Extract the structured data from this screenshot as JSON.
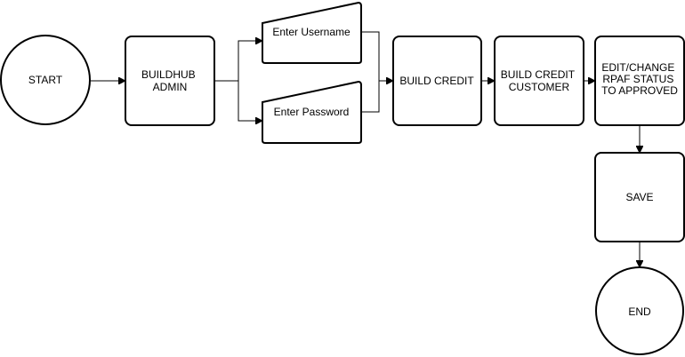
{
  "nodes": {
    "start": {
      "shape": "circle",
      "lines": [
        "START"
      ]
    },
    "buildhub_admin": {
      "shape": "rounded-rect",
      "lines": [
        "BUILDHUB",
        "ADMIN"
      ]
    },
    "enter_username": {
      "shape": "manual-input",
      "lines": [
        "Enter Username"
      ]
    },
    "enter_password": {
      "shape": "manual-input",
      "lines": [
        "Enter Password"
      ]
    },
    "build_credit": {
      "shape": "rounded-rect",
      "lines": [
        "BUILD CREDIT"
      ]
    },
    "build_credit_customer": {
      "shape": "rounded-rect",
      "lines": [
        "BUILD CREDIT",
        "CUSTOMER"
      ]
    },
    "edit_change_rpaf": {
      "shape": "rounded-rect",
      "lines": [
        "EDIT/CHANGE",
        "RPAF STATUS",
        "TO APPROVED"
      ]
    },
    "save": {
      "shape": "rounded-rect",
      "lines": [
        "SAVE"
      ]
    },
    "end": {
      "shape": "circle",
      "lines": [
        "END"
      ]
    }
  },
  "edges": [
    {
      "from": "start",
      "to": "buildhub_admin"
    },
    {
      "from": "buildhub_admin",
      "to": "enter_username"
    },
    {
      "from": "buildhub_admin",
      "to": "enter_password"
    },
    {
      "from": "enter_username",
      "to": "build_credit"
    },
    {
      "from": "enter_password",
      "to": "build_credit"
    },
    {
      "from": "build_credit",
      "to": "build_credit_customer"
    },
    {
      "from": "build_credit_customer",
      "to": "edit_change_rpaf"
    },
    {
      "from": "edit_change_rpaf",
      "to": "save"
    },
    {
      "from": "save",
      "to": "end"
    }
  ],
  "colors": {
    "stroke": "#000000",
    "fill": "#ffffff",
    "text": "#000000",
    "background": "#ffffff"
  }
}
